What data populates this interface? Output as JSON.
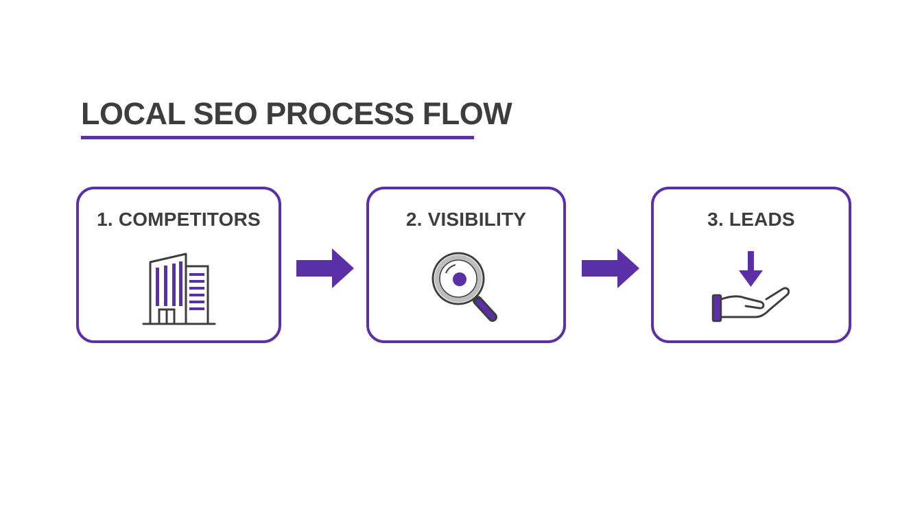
{
  "title": "LOCAL SEO PROCESS FLOW",
  "colors": {
    "accent": "#5b2fa6",
    "text": "#3d3d3d",
    "background": "#ffffff"
  },
  "steps": [
    {
      "label": "1. COMPETITORS",
      "icon": "office-building-icon"
    },
    {
      "label": "2. VISIBILITY",
      "icon": "magnifying-glass-icon"
    },
    {
      "label": "3. LEADS",
      "icon": "hand-receiving-icon"
    }
  ],
  "connectors": [
    "right-arrow-icon",
    "right-arrow-icon"
  ]
}
